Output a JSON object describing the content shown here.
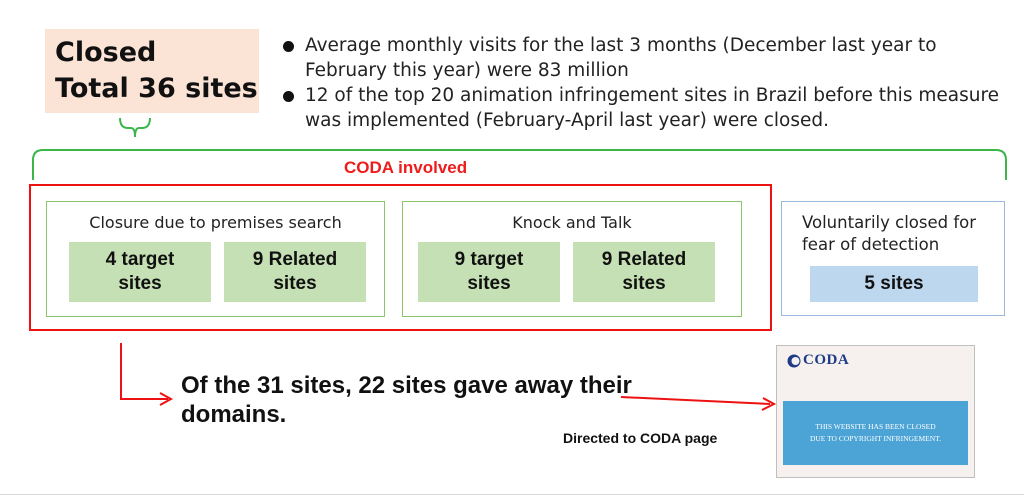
{
  "headline": {
    "line1": "Closed",
    "line2": "Total 36 sites"
  },
  "bullets": [
    "Average monthly visits for the last 3 months (December last year to February this year) were 83 million",
    "12 of the top 20 animation infringement sites in Brazil before this measure was implemented (February-April last year) were closed."
  ],
  "coda_label": "CODA involved",
  "groups": {
    "premises": {
      "title": "Closure due to premises search",
      "target": "4 target sites",
      "related": "9 Related sites"
    },
    "knock": {
      "title": "Knock and Talk",
      "target": "9 target sites",
      "related": "9 Related sites"
    },
    "voluntary": {
      "title": "Voluntarily closed for fear of detection",
      "count": "5 sites"
    }
  },
  "result_text": "Of the 31 sites, 22 sites gave away their domains.",
  "directed_text": "Directed to CODA page",
  "coda_screenshot": {
    "logo": "CODA",
    "banner_line1": "THIS WEBSITE HAS BEEN CLOSED",
    "banner_line2": "DUE TO COPYRIGHT INFRINGEMENT."
  },
  "colors": {
    "headline_bg": "#fbe3d6",
    "green_bracket": "#3cb54a",
    "red_accent": "#ee1111",
    "green_chip": "#c5e0b4",
    "green_border": "#8cc56a",
    "blue_chip": "#bdd7ee",
    "blue_border": "#9db8dd",
    "coda_banner": "#4ba3d6",
    "coda_blue": "#1d3b86"
  }
}
